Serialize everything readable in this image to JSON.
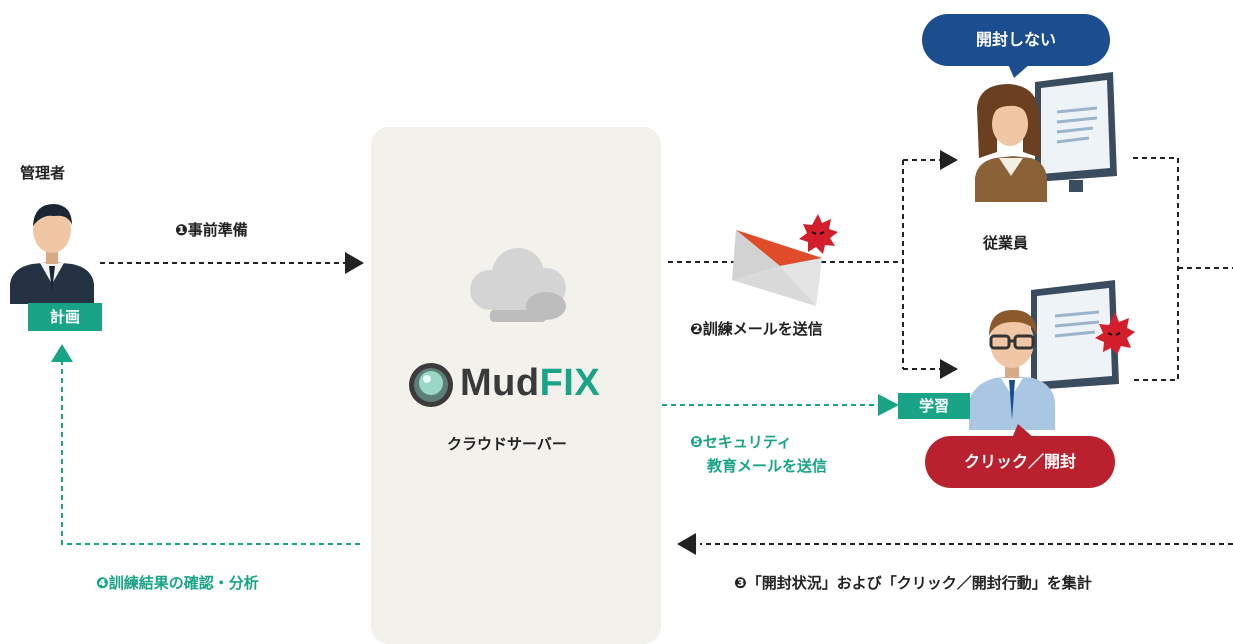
{
  "admin": {
    "label": "管理者",
    "badge": "計画"
  },
  "server": {
    "logo_part1": "Mud",
    "logo_part2": "FIX",
    "caption": "クラウドサーバー"
  },
  "employees": {
    "label": "従業員",
    "bubble_not_open": "開封しない",
    "bubble_open": "クリック／開封",
    "badge_learn": "学習"
  },
  "steps": {
    "step1": "❶事前準備",
    "step2": "❷訓練メールを送信",
    "step3": "❸「開封状況」および「クリック／開封行動」を集計",
    "step4": "❹訓練結果の確認・分析",
    "step5_line1": "❺セキュリティ",
    "step5_line2": "教育メールを送信"
  },
  "colors": {
    "teal": "#1aa487",
    "navy": "#1c4e8f",
    "red": "#b8212d",
    "dark": "#222222"
  },
  "icons": [
    "admin-person-icon",
    "cloud-icon",
    "mudfix-logo-icon",
    "warning-email-icon",
    "employee-woman-icon",
    "employee-man-icon",
    "computer-monitor-icon",
    "virus-icon"
  ]
}
